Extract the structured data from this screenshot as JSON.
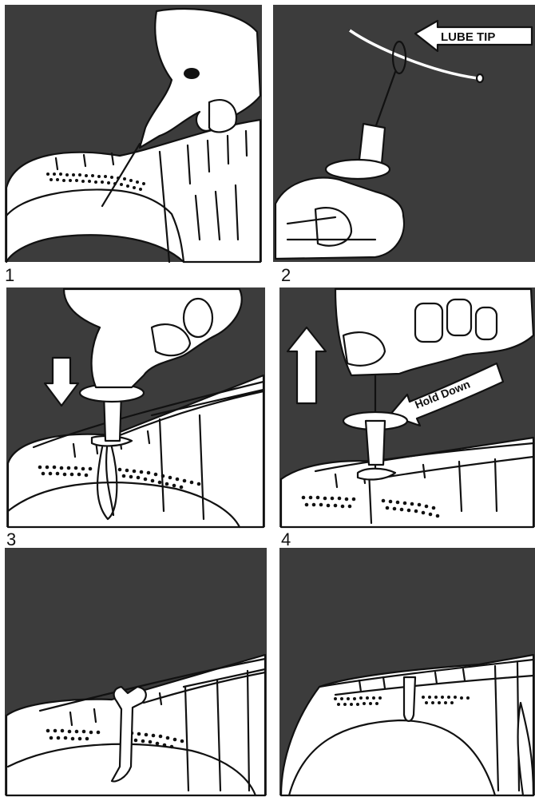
{
  "panels": [
    {
      "number": "1"
    },
    {
      "number": "2",
      "callout": "LUBE TIP"
    },
    {
      "number": "3"
    },
    {
      "number": "4",
      "callout": "Hold Down"
    },
    {
      "number": ""
    },
    {
      "number": ""
    }
  ],
  "colors": {
    "panel_background": "#3c3c3c",
    "line_art": "#111111",
    "paper": "#ffffff"
  }
}
